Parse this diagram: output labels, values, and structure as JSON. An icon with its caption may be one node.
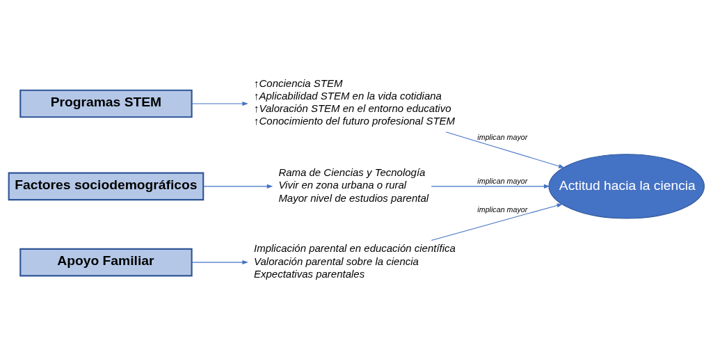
{
  "diagram": {
    "nodes": [
      {
        "text": [
          "Programas STEM"
        ]
      },
      {
        "text": [
          "↑Conciencia STEM",
          "↑Aplicabilidad STEM en la vida cotidiana",
          "↑Valoración STEM en el entorno educativo",
          "↑Conocimiento del futuro profesional STEM"
        ]
      },
      {
        "text": [
          "Factores sociodemográficos"
        ]
      },
      {
        "text": [
          "Rama de Ciencias y Tecnología",
          "Vivir en zona urbana o rural",
          "Mayor nivel de estudios parental"
        ]
      },
      {
        "text": [
          "Apoyo Familiar"
        ]
      },
      {
        "text": [
          "Implicación parental en educación científica",
          "Valoración parental sobre la ciencia",
          "Expectativas parentales"
        ]
      },
      {
        "text": [
          "Actitud hacia la ciencia"
        ]
      }
    ],
    "edges": [
      {
        "from": 0,
        "to": 1,
        "arrow": "to"
      },
      {
        "from": 1,
        "to": 6,
        "arrow": "to",
        "label": "implican mayor"
      },
      {
        "from": 2,
        "to": 3,
        "arrow": "to"
      },
      {
        "from": 3,
        "to": 6,
        "arrow": "to",
        "label": "implican mayor"
      },
      {
        "from": 4,
        "to": 5,
        "arrow": "to"
      },
      {
        "from": 5,
        "to": 6,
        "arrow": "to",
        "label": "implican mayor"
      }
    ]
  }
}
